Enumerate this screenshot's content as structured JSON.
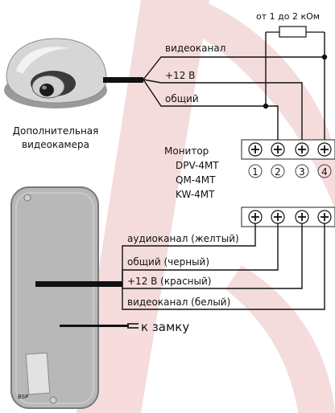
{
  "resistor_label": "от 1 до 2 кОм",
  "camera": {
    "label_line1": "Дополнительная",
    "label_line2": "видеокамера",
    "wires": [
      "видеоканал",
      "+12 В",
      "общий"
    ]
  },
  "monitor": {
    "label": "Монитор",
    "models": [
      "DPV-4MT",
      "QM-4MT",
      "KW-4MT"
    ],
    "terminal_numbers": [
      "1",
      "2",
      "3",
      "4"
    ]
  },
  "panel": {
    "wires": [
      "аудиоканал (желтый)",
      "общий (черный)",
      "+12 В (красный)",
      "видеоканал (белый)"
    ],
    "lock_label": "к замку",
    "brand_mark": "BSP"
  },
  "colors": {
    "watermark": "#f3d4d4",
    "wire": "#111111",
    "panel_body": "#b9b9b9",
    "panel_border": "#7a7a7a"
  }
}
